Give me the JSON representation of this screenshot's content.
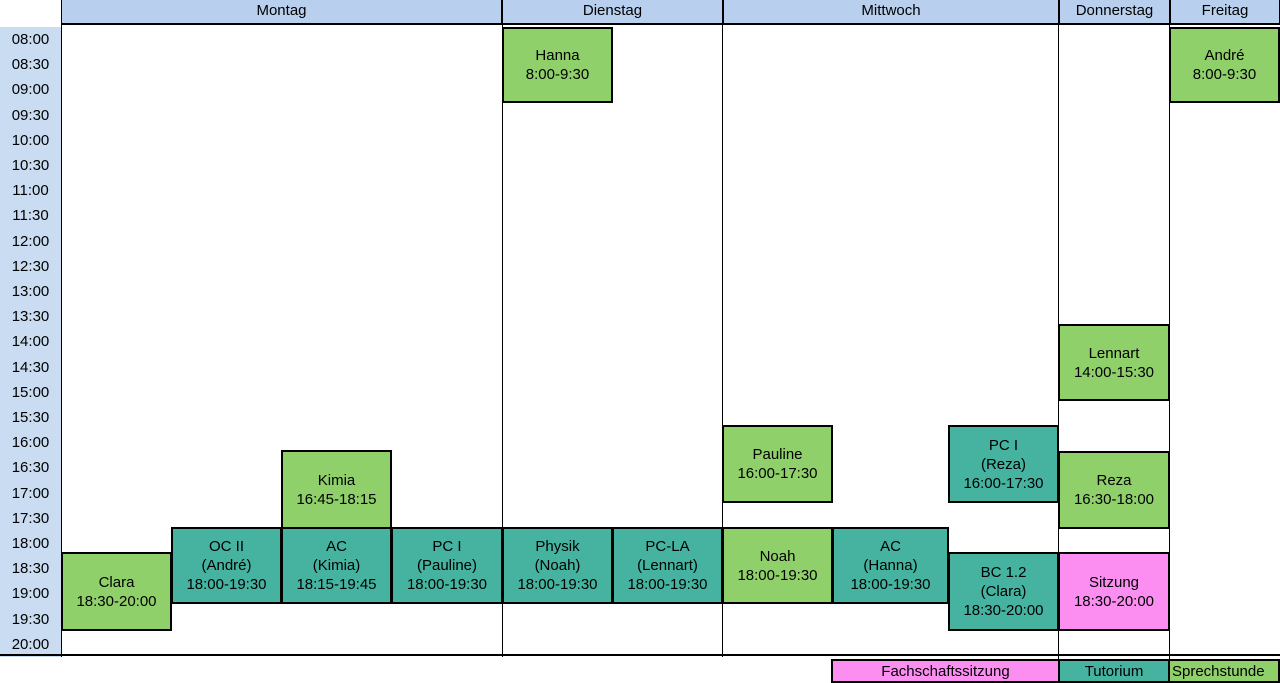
{
  "days": [
    "Montag",
    "Dienstag",
    "Mittwoch",
    "Donnerstag",
    "Freitag"
  ],
  "times": [
    "08:00",
    "08:30",
    "09:00",
    "09:30",
    "10:00",
    "10:30",
    "11:00",
    "11:30",
    "12:00",
    "12:30",
    "13:00",
    "13:30",
    "14:00",
    "14:30",
    "15:00",
    "15:30",
    "16:00",
    "16:30",
    "17:00",
    "17:30",
    "18:00",
    "18:30",
    "19:00",
    "19:30",
    "20:00"
  ],
  "events": [
    {
      "lines": [
        "Hanna",
        "8:00-9:30"
      ],
      "type": "Sprechstunde",
      "color": "#8fd06a"
    },
    {
      "lines": [
        "André",
        "8:00-9:30"
      ],
      "type": "Sprechstunde",
      "color": "#8fd06a"
    },
    {
      "lines": [
        "Lennart",
        "14:00-15:30"
      ],
      "type": "Sprechstunde",
      "color": "#8fd06a"
    },
    {
      "lines": [
        "Pauline",
        "16:00-17:30"
      ],
      "type": "Sprechstunde",
      "color": "#8fd06a"
    },
    {
      "lines": [
        "PC I",
        "(Reza)",
        "16:00-17:30"
      ],
      "type": "Tutorium",
      "color": "#45b3a0"
    },
    {
      "lines": [
        "Kimia",
        "16:45-18:15"
      ],
      "type": "Sprechstunde",
      "color": "#8fd06a"
    },
    {
      "lines": [
        "Reza",
        "16:30-18:00"
      ],
      "type": "Sprechstunde",
      "color": "#8fd06a"
    },
    {
      "lines": [
        "Clara",
        "18:30-20:00"
      ],
      "type": "Sprechstunde",
      "color": "#8fd06a"
    },
    {
      "lines": [
        "OC II",
        "(André)",
        "18:00-19:30"
      ],
      "type": "Tutorium",
      "color": "#45b3a0"
    },
    {
      "lines": [
        "AC",
        "(Kimia)",
        "18:15-19:45"
      ],
      "type": "Tutorium",
      "color": "#45b3a0"
    },
    {
      "lines": [
        "PC I",
        "(Pauline)",
        "18:00-19:30"
      ],
      "type": "Tutorium",
      "color": "#45b3a0"
    },
    {
      "lines": [
        "Physik",
        "(Noah)",
        "18:00-19:30"
      ],
      "type": "Tutorium",
      "color": "#45b3a0"
    },
    {
      "lines": [
        "PC-LA",
        "(Lennart)",
        "18:00-19:30"
      ],
      "type": "Tutorium",
      "color": "#45b3a0"
    },
    {
      "lines": [
        "Noah",
        "18:00-19:30"
      ],
      "type": "Sprechstunde",
      "color": "#8fd06a"
    },
    {
      "lines": [
        "AC",
        "(Hanna)",
        "18:00-19:30"
      ],
      "type": "Tutorium",
      "color": "#45b3a0"
    },
    {
      "lines": [
        "BC 1.2",
        "(Clara)",
        "18:30-20:00"
      ],
      "type": "Tutorium",
      "color": "#45b3a0"
    },
    {
      "lines": [
        "Sitzung",
        "18:30-20:00"
      ],
      "type": "Fachschaftssitzung",
      "color": "#fc8ef2"
    }
  ],
  "legend": [
    {
      "label": "Fachschaftssitzung",
      "color": "#fc8ef2"
    },
    {
      "label": "Tutorium",
      "color": "#45b3a0"
    },
    {
      "label": "Sprechstunde",
      "color": "#8fd06a"
    }
  ]
}
